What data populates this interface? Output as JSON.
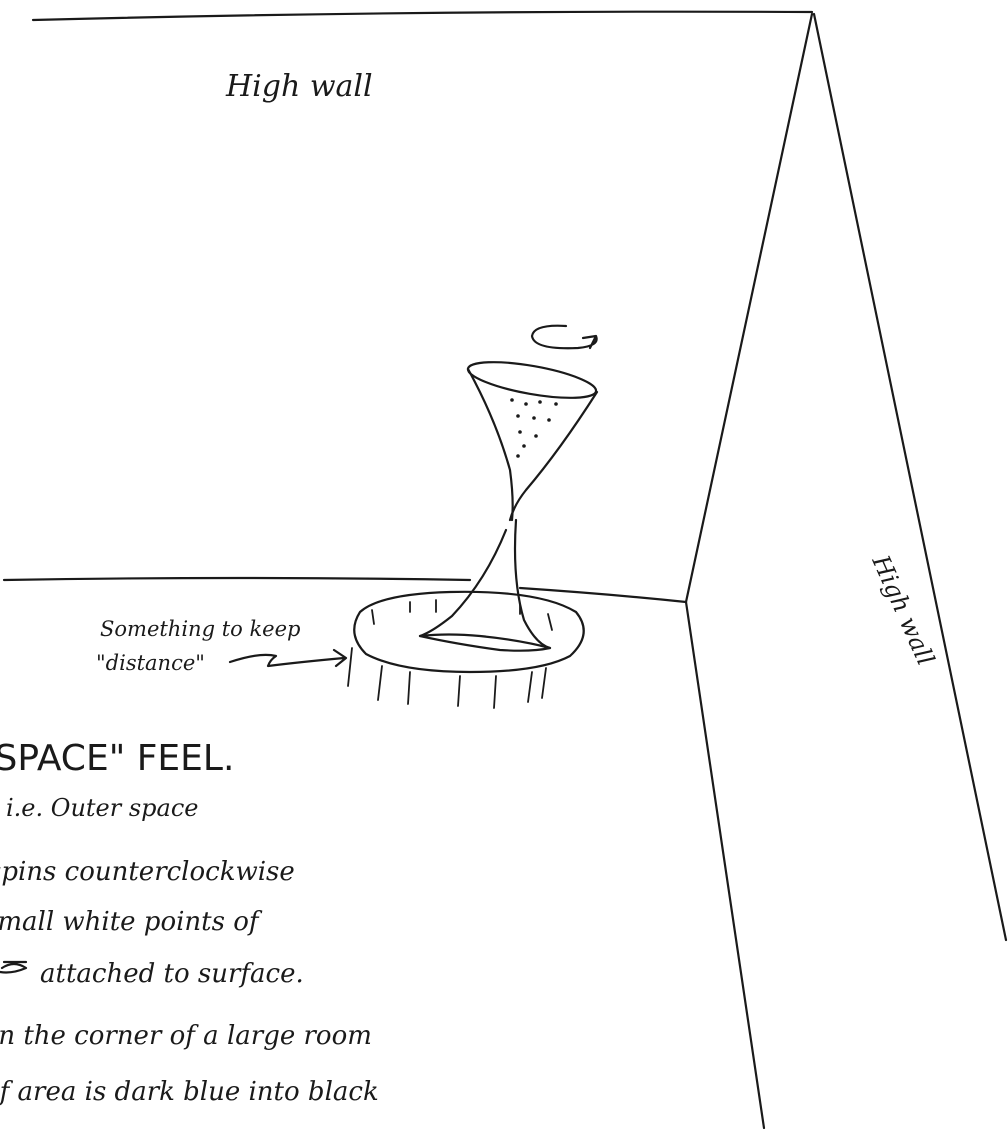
{
  "labels": {
    "wall_top": "High wall",
    "wall_right": "High wall",
    "keep_distance_line1": "Something to keep",
    "keep_distance_line2": "\"distance\""
  },
  "notes": {
    "heading": "\"SPACE\" FEEL.",
    "heading_sub": "i.e. Outer space",
    "line1": "spins counterclockwise",
    "line2": "small white points of",
    "line3": "attached to surface.",
    "line4": "in the corner of a large room",
    "line5": "of area is dark blue into black"
  }
}
